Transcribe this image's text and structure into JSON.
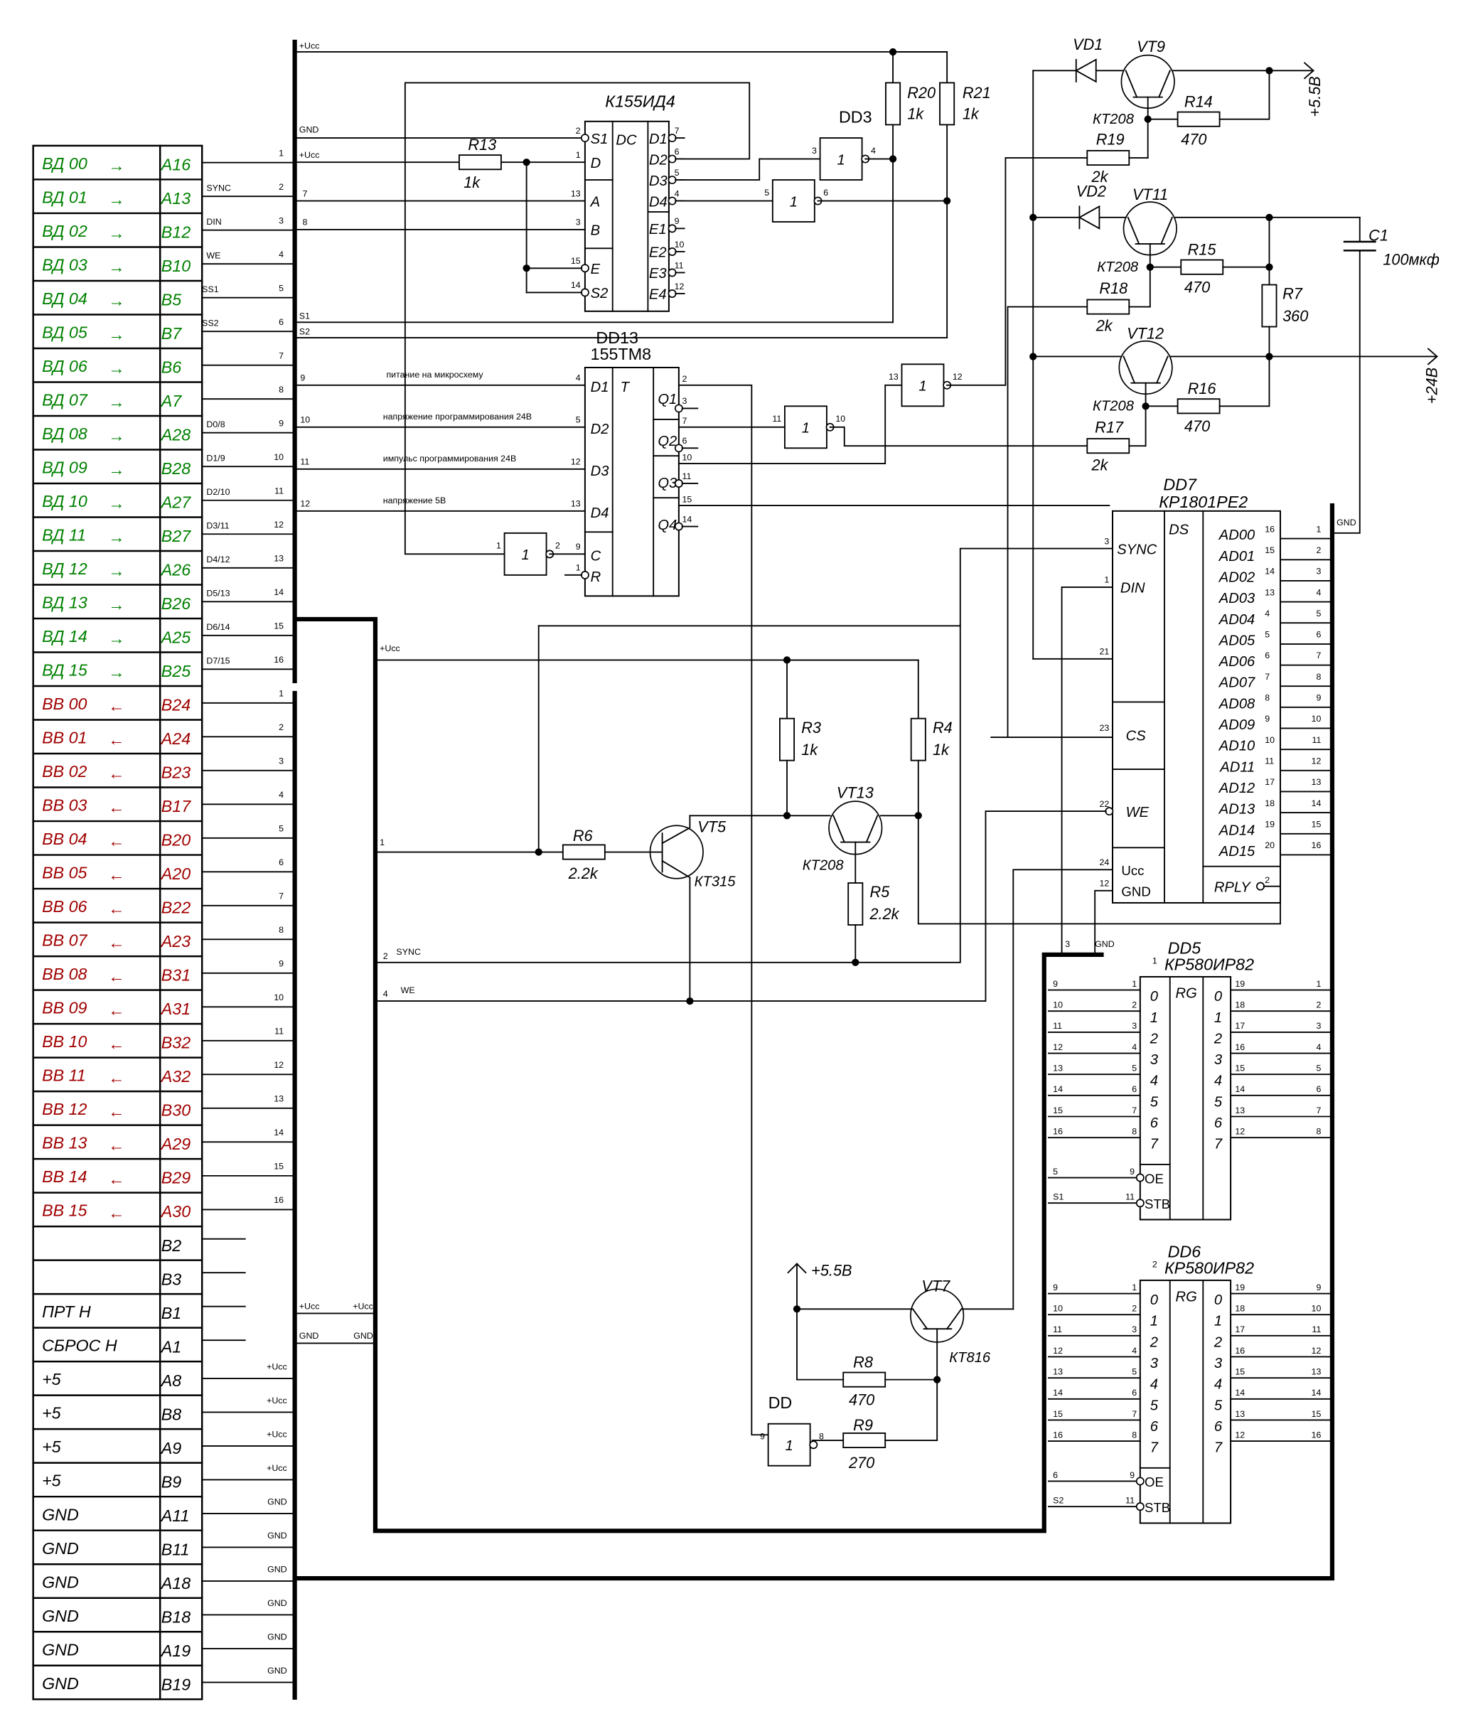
{
  "colors": {
    "output_signals": "#008000",
    "input_signals": "#a00000",
    "wire": "#000000"
  },
  "connector": {
    "rows": [
      {
        "signal": "ВД 00",
        "dir": "→",
        "pin": "A16"
      },
      {
        "signal": "ВД 01",
        "dir": "→",
        "pin": "A13"
      },
      {
        "signal": "ВД 02",
        "dir": "→",
        "pin": "B12"
      },
      {
        "signal": "ВД 03",
        "dir": "→",
        "pin": "B10"
      },
      {
        "signal": "ВД 04",
        "dir": "→",
        "pin": "B5"
      },
      {
        "signal": "ВД 05",
        "dir": "→",
        "pin": "B7"
      },
      {
        "signal": "ВД 06",
        "dir": "→",
        "pin": "B6"
      },
      {
        "signal": "ВД 07",
        "dir": "→",
        "pin": "A7"
      },
      {
        "signal": "ВД 08",
        "dir": "→",
        "pin": "A28"
      },
      {
        "signal": "ВД 09",
        "dir": "→",
        "pin": "B28"
      },
      {
        "signal": "ВД 10",
        "dir": "→",
        "pin": "A27"
      },
      {
        "signal": "ВД 11",
        "dir": "→",
        "pin": "B27"
      },
      {
        "signal": "ВД 12",
        "dir": "→",
        "pin": "A26"
      },
      {
        "signal": "ВД 13",
        "dir": "→",
        "pin": "B26"
      },
      {
        "signal": "ВД 14",
        "dir": "→",
        "pin": "A25"
      },
      {
        "signal": "ВД 15",
        "dir": "→",
        "pin": "B25"
      },
      {
        "signal": "ВВ 00",
        "dir": "←",
        "pin": "B24"
      },
      {
        "signal": "ВВ 01",
        "dir": "←",
        "pin": "A24"
      },
      {
        "signal": "ВВ 02",
        "dir": "←",
        "pin": "B23"
      },
      {
        "signal": "ВВ 03",
        "dir": "←",
        "pin": "B17"
      },
      {
        "signal": "ВВ 04",
        "dir": "←",
        "pin": "B20"
      },
      {
        "signal": "ВВ 05",
        "dir": "←",
        "pin": "A20"
      },
      {
        "signal": "ВВ 06",
        "dir": "←",
        "pin": "B22"
      },
      {
        "signal": "ВВ 07",
        "dir": "←",
        "pin": "A23"
      },
      {
        "signal": "ВВ 08",
        "dir": "←",
        "pin": "B31"
      },
      {
        "signal": "ВВ 09",
        "dir": "←",
        "pin": "A31"
      },
      {
        "signal": "ВВ 10",
        "dir": "←",
        "pin": "B32"
      },
      {
        "signal": "ВВ 11",
        "dir": "←",
        "pin": "A32"
      },
      {
        "signal": "ВВ 12",
        "dir": "←",
        "pin": "B30"
      },
      {
        "signal": "ВВ 13",
        "dir": "←",
        "pin": "A29"
      },
      {
        "signal": "ВВ 14",
        "dir": "←",
        "pin": "B29"
      },
      {
        "signal": "ВВ 15",
        "dir": "←",
        "pin": "A30"
      },
      {
        "signal": "",
        "dir": "",
        "pin": "B2"
      },
      {
        "signal": "",
        "dir": "",
        "pin": "B3"
      },
      {
        "signal": "ПРТ Н",
        "dir": "",
        "pin": "B1"
      },
      {
        "signal": "СБРОС Н",
        "dir": "",
        "pin": "A1"
      },
      {
        "signal": "+5",
        "dir": "",
        "pin": "A8"
      },
      {
        "signal": "+5",
        "dir": "",
        "pin": "B8"
      },
      {
        "signal": "+5",
        "dir": "",
        "pin": "A9"
      },
      {
        "signal": "+5",
        "dir": "",
        "pin": "B9"
      },
      {
        "signal": "GND",
        "dir": "",
        "pin": "A11"
      },
      {
        "signal": "GND",
        "dir": "",
        "pin": "B11"
      },
      {
        "signal": "GND",
        "dir": "",
        "pin": "A18"
      },
      {
        "signal": "GND",
        "dir": "",
        "pin": "B18"
      },
      {
        "signal": "GND",
        "dir": "",
        "pin": "A19"
      },
      {
        "signal": "GND",
        "dir": "",
        "pin": "B19"
      }
    ],
    "wires": [
      {
        "num": "1",
        "name": ""
      },
      {
        "num": "2",
        "name": "SYNC"
      },
      {
        "num": "3",
        "name": "DIN"
      },
      {
        "num": "4",
        "name": "WE"
      },
      {
        "num": "5",
        "name": "SS1"
      },
      {
        "num": "6",
        "name": "SS2"
      },
      {
        "num": "7",
        "name": ""
      },
      {
        "num": "8",
        "name": ""
      },
      {
        "num": "9",
        "name": "D0/8"
      },
      {
        "num": "10",
        "name": "D1/9"
      },
      {
        "num": "11",
        "name": "D2/10"
      },
      {
        "num": "12",
        "name": "D3/11"
      },
      {
        "num": "13",
        "name": "D4/12"
      },
      {
        "num": "14",
        "name": "D5/13"
      },
      {
        "num": "15",
        "name": "D6/14"
      },
      {
        "num": "16",
        "name": "D7/15"
      },
      {
        "num": "1",
        "name": ""
      },
      {
        "num": "2",
        "name": ""
      },
      {
        "num": "3",
        "name": ""
      },
      {
        "num": "4",
        "name": ""
      },
      {
        "num": "5",
        "name": ""
      },
      {
        "num": "6",
        "name": ""
      },
      {
        "num": "7",
        "name": ""
      },
      {
        "num": "8",
        "name": ""
      },
      {
        "num": "9",
        "name": ""
      },
      {
        "num": "10",
        "name": ""
      },
      {
        "num": "11",
        "name": ""
      },
      {
        "num": "12",
        "name": ""
      },
      {
        "num": "13",
        "name": ""
      },
      {
        "num": "14",
        "name": ""
      },
      {
        "num": "15",
        "name": ""
      },
      {
        "num": "16",
        "name": ""
      },
      {
        "num": "",
        "name": ""
      },
      {
        "num": "",
        "name": ""
      },
      {
        "num": "",
        "name": ""
      },
      {
        "num": "",
        "name": ""
      },
      {
        "num": "",
        "name": "+Ucc"
      },
      {
        "num": "",
        "name": "+Ucc"
      },
      {
        "num": "",
        "name": "+Ucc"
      },
      {
        "num": "",
        "name": "+Ucc"
      },
      {
        "num": "",
        "name": "GND"
      },
      {
        "num": "",
        "name": "GND"
      },
      {
        "num": "",
        "name": "GND"
      },
      {
        "num": "",
        "name": "GND"
      },
      {
        "num": "",
        "name": "GND"
      },
      {
        "num": "",
        "name": "GND"
      }
    ]
  },
  "bus_labels": {
    "ucc_top": "+Ucc",
    "gnd_1": "GND",
    "ucc_2": "+Ucc",
    "n7": "7",
    "n8": "8",
    "s1": "S1",
    "s2": "S2",
    "n9": "9",
    "n10": "10",
    "n11": "11",
    "n12": "12",
    "ucc_mid": "+Ucc",
    "n1_mid": "1",
    "n2_mid": "2",
    "sync_mid": "SYNC",
    "n4_mid": "4",
    "we_mid": "WE",
    "ucc_l": "+Ucc",
    "ucc_r": "+Ucc",
    "gnd_l": "GND",
    "gnd_r": "GND",
    "gnd_right": "GND",
    "n3_dd7": "3",
    "gnd_dd7": "GND"
  },
  "notes": {
    "d1": "питание на микросхему",
    "d2": "напряжение программирования 24В",
    "d3": "импульс программирования 24В",
    "d4": "напряжение 5В"
  },
  "power_rails": {
    "v55_top": "+5.5В",
    "v24": "+24В",
    "v55_bottom": "+5.5В"
  },
  "components": {
    "R13": {
      "ref": "R13",
      "value": "1k"
    },
    "R20": {
      "ref": "R20",
      "value": "1k"
    },
    "R21": {
      "ref": "R21",
      "value": "1k"
    },
    "R14": {
      "ref": "R14",
      "value": "470"
    },
    "R19": {
      "ref": "R19",
      "value": "2k"
    },
    "R15": {
      "ref": "R15",
      "value": "470"
    },
    "R18": {
      "ref": "R18",
      "value": "2k"
    },
    "R7": {
      "ref": "R7",
      "value": "360"
    },
    "R16": {
      "ref": "R16",
      "value": "470"
    },
    "R17": {
      "ref": "R17",
      "value": "2k"
    },
    "R3": {
      "ref": "R3",
      "value": "1k"
    },
    "R4": {
      "ref": "R4",
      "value": "1k"
    },
    "R6": {
      "ref": "R6",
      "value": "2.2k"
    },
    "R5": {
      "ref": "R5",
      "value": "2.2k"
    },
    "R8": {
      "ref": "R8",
      "value": "470"
    },
    "R9": {
      "ref": "R9",
      "value": "270"
    },
    "C1": {
      "ref": "C1",
      "value": "100мкф"
    },
    "VD1": {
      "ref": "VD1"
    },
    "VD2": {
      "ref": "VD2"
    },
    "VT9": {
      "ref": "VT9",
      "type": "КТ208"
    },
    "VT11": {
      "ref": "VT11",
      "type": "КТ208"
    },
    "VT12": {
      "ref": "VT12",
      "type": "КТ208"
    },
    "VT5": {
      "ref": "VT5",
      "type": "КТ315"
    },
    "VT13": {
      "ref": "VT13",
      "type": "КТ208"
    },
    "VT7": {
      "ref": "VT7",
      "type": "КТ816"
    }
  },
  "gates": {
    "dd3": {
      "ref": "DD3",
      "sym": "1",
      "in": "3",
      "out": "4"
    },
    "g_d4": {
      "ref": "",
      "sym": "1",
      "in": "5",
      "out": "6"
    },
    "g_c": {
      "ref": "",
      "sym": "1",
      "in": "1",
      "out": "2"
    },
    "g_q2": {
      "ref": "",
      "sym": "1",
      "in": "11",
      "out": "10"
    },
    "g_q3": {
      "ref": "",
      "sym": "1",
      "in": "13",
      "out": "12"
    },
    "dd": {
      "ref": "DD",
      "sym": "1",
      "in": "9",
      "out": "8"
    }
  },
  "chips": {
    "id4": {
      "title": "К155ИД4",
      "func": "DC",
      "inputs": [
        {
          "name": "S1",
          "pin": "2"
        },
        {
          "name": "D",
          "pin": "1"
        },
        {
          "name": "A",
          "pin": "13"
        },
        {
          "name": "B",
          "pin": "3"
        },
        {
          "name": "E",
          "pin": "15"
        },
        {
          "name": "S2",
          "pin": "14"
        }
      ],
      "outputs": [
        {
          "name": "D1",
          "pin": "7"
        },
        {
          "name": "D2",
          "pin": "6"
        },
        {
          "name": "D3",
          "pin": "5"
        },
        {
          "name": "D4",
          "pin": "4"
        },
        {
          "name": "E1",
          "pin": "9"
        },
        {
          "name": "E2",
          "pin": "10"
        },
        {
          "name": "E3",
          "pin": "11"
        },
        {
          "name": "E4",
          "pin": "12"
        }
      ]
    },
    "dd13": {
      "ref": "DD13",
      "title": "155TM8",
      "func": "T",
      "inputs": [
        {
          "name": "D1",
          "pin": "4"
        },
        {
          "name": "D2",
          "pin": "5"
        },
        {
          "name": "D3",
          "pin": "12"
        },
        {
          "name": "D4",
          "pin": "13"
        },
        {
          "name": "C",
          "pin": "9"
        },
        {
          "name": "R",
          "pin": "1"
        }
      ],
      "outputs": [
        {
          "name": "Q1",
          "pin": "2",
          "npin": "3"
        },
        {
          "name": "Q2",
          "pin": "7",
          "npin": "6"
        },
        {
          "name": "Q3",
          "pin": "10",
          "npin": "11"
        },
        {
          "name": "Q4",
          "pin": "15",
          "npin": "14"
        }
      ]
    },
    "dd7": {
      "ref": "DD7",
      "title": "КР1801РЕ2",
      "func": "DS",
      "inputs": [
        {
          "name": "SYNC",
          "pin": "3"
        },
        {
          "name": "DIN",
          "pin": "1"
        },
        {
          "name": "",
          "pin": "21"
        },
        {
          "name": "CS",
          "pin": "23"
        },
        {
          "name": "WE",
          "pin": "22"
        },
        {
          "name": "Ucc",
          "pin": "24"
        },
        {
          "name": "GND",
          "pin": "12"
        }
      ],
      "outputs": [
        {
          "name": "AD00",
          "pin": "16",
          "bus": "1"
        },
        {
          "name": "AD01",
          "pin": "15",
          "bus": "2"
        },
        {
          "name": "AD02",
          "pin": "14",
          "bus": "3"
        },
        {
          "name": "AD03",
          "pin": "13",
          "bus": "4"
        },
        {
          "name": "AD04",
          "pin": "4",
          "bus": "5"
        },
        {
          "name": "AD05",
          "pin": "5",
          "bus": "6"
        },
        {
          "name": "AD06",
          "pin": "6",
          "bus": "7"
        },
        {
          "name": "AD07",
          "pin": "7",
          "bus": "8"
        },
        {
          "name": "AD08",
          "pin": "8",
          "bus": "9"
        },
        {
          "name": "AD09",
          "pin": "9",
          "bus": "10"
        },
        {
          "name": "AD10",
          "pin": "10",
          "bus": "11"
        },
        {
          "name": "AD11",
          "pin": "11",
          "bus": "12"
        },
        {
          "name": "AD12",
          "pin": "17",
          "bus": "13"
        },
        {
          "name": "AD13",
          "pin": "18",
          "bus": "14"
        },
        {
          "name": "AD14",
          "pin": "19",
          "bus": "15"
        },
        {
          "name": "AD15",
          "pin": "20",
          "bus": "16"
        }
      ],
      "rply": {
        "name": "RPLY",
        "pin": "2"
      }
    },
    "dd5": {
      "ref": "DD5",
      "title": "КР580ИР82",
      "num": "1",
      "func": "RG",
      "in_names": [
        "0",
        "1",
        "2",
        "3",
        "4",
        "5",
        "6",
        "7"
      ],
      "in_pins": [
        "1",
        "2",
        "3",
        "4",
        "5",
        "6",
        "7",
        "8"
      ],
      "in_bus": [
        "9",
        "10",
        "11",
        "12",
        "13",
        "14",
        "15",
        "16"
      ],
      "out_pins": [
        "19",
        "18",
        "17",
        "16",
        "15",
        "14",
        "13",
        "12"
      ],
      "out_bus": [
        "1",
        "2",
        "3",
        "4",
        "5",
        "6",
        "7",
        "8"
      ],
      "oe": {
        "name": "OE",
        "pin": "9",
        "bus": "5"
      },
      "stb": {
        "name": "STB",
        "pin": "11",
        "bus": "S1"
      }
    },
    "dd6": {
      "ref": "DD6",
      "title": "КР580ИР82",
      "num": "2",
      "func": "RG",
      "in_names": [
        "0",
        "1",
        "2",
        "3",
        "4",
        "5",
        "6",
        "7"
      ],
      "in_pins": [
        "1",
        "2",
        "3",
        "4",
        "5",
        "6",
        "7",
        "8"
      ],
      "in_bus": [
        "9",
        "10",
        "11",
        "12",
        "13",
        "14",
        "15",
        "16"
      ],
      "out_pins": [
        "19",
        "18",
        "17",
        "16",
        "15",
        "14",
        "13",
        "12"
      ],
      "out_bus": [
        "9",
        "10",
        "11",
        "12",
        "13",
        "14",
        "15",
        "16"
      ],
      "oe": {
        "name": "OE",
        "pin": "9",
        "bus": "6"
      },
      "stb": {
        "name": "STB",
        "pin": "11",
        "bus": "S2"
      }
    }
  }
}
